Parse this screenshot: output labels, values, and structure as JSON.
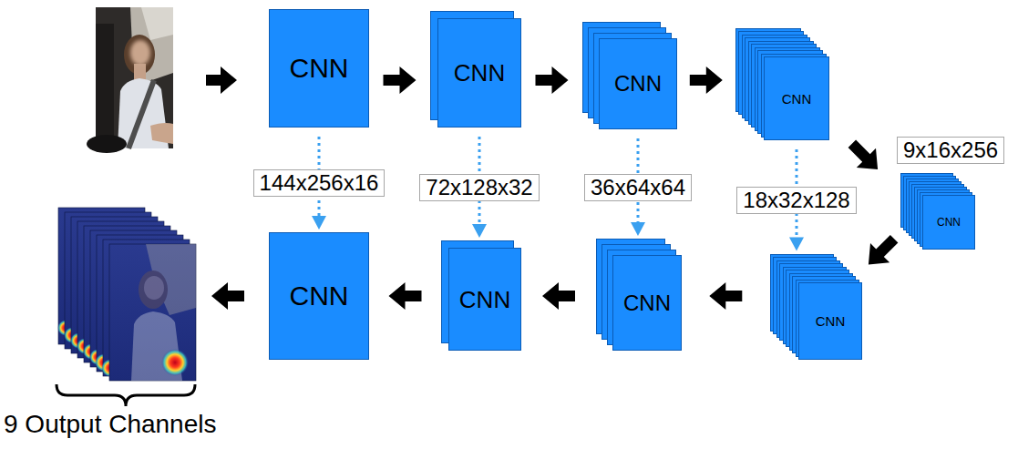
{
  "diagram": {
    "nodes": [
      {
        "text": [
          "CNN"
        ]
      },
      {
        "text": [
          "CNN"
        ]
      },
      {
        "text": [
          "CNN"
        ]
      },
      {
        "text": [
          "CNN"
        ]
      },
      {
        "text": [
          "CNN"
        ]
      },
      {
        "text": [
          "CNN"
        ]
      },
      {
        "text": [
          "CNN"
        ]
      },
      {
        "text": [
          "CNN"
        ]
      },
      {
        "text": [
          "CNN"
        ]
      }
    ],
    "edges": [
      {
        "from": 0,
        "to": 1,
        "arrow": "to"
      },
      {
        "from": 1,
        "to": 2,
        "arrow": "to"
      },
      {
        "from": 2,
        "to": 3,
        "arrow": "to"
      },
      {
        "from": 3,
        "to": 4,
        "arrow": "to"
      },
      {
        "from": 4,
        "to": 5,
        "arrow": "to"
      },
      {
        "from": 5,
        "to": 6,
        "arrow": "to"
      },
      {
        "from": 6,
        "to": 7,
        "arrow": "to"
      },
      {
        "from": 7,
        "to": 8,
        "arrow": "to"
      },
      {
        "from": 0,
        "to": 8,
        "label": "144x256x16",
        "arrow": "to"
      },
      {
        "from": 1,
        "to": 7,
        "label": "72x128x32",
        "arrow": "to"
      },
      {
        "from": 2,
        "to": 6,
        "label": "36x64x64",
        "arrow": "to"
      },
      {
        "from": 3,
        "to": 5,
        "label": "18x32x128",
        "arrow": "to"
      }
    ],
    "labels": [
      "9x16x256",
      "9 Output Channels"
    ]
  }
}
